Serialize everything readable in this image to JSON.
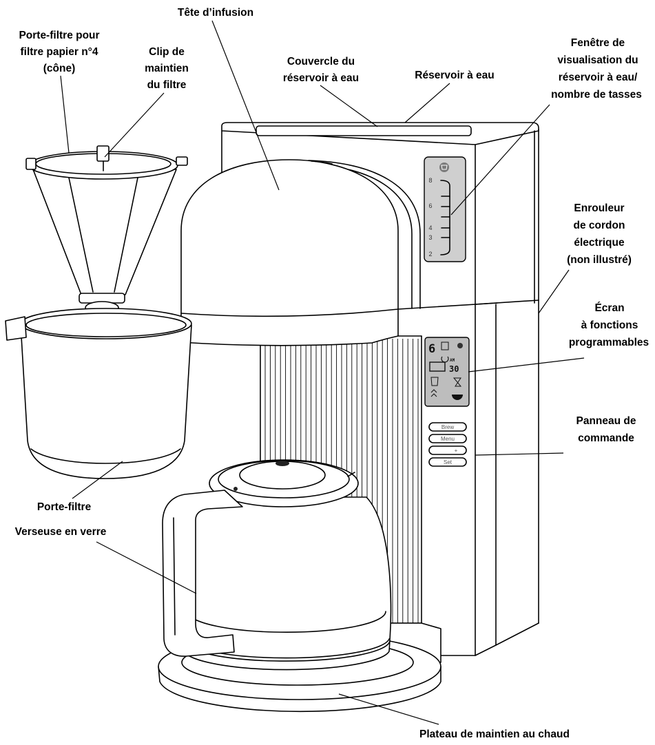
{
  "labels": {
    "tete_infusion": [
      "Tête d’infusion"
    ],
    "porte_filtre_papier": [
      "Porte-filtre pour",
      "filtre papier n°4",
      "(cône)"
    ],
    "clip_filtre": [
      "Clip de",
      "maintien",
      "du filtre"
    ],
    "couvercle_reservoir": [
      "Couvercle du",
      "réservoir à eau"
    ],
    "reservoir": [
      "Réservoir à eau"
    ],
    "fenetre_visualisation": [
      "Fenêtre de",
      "visualisation du",
      "réservoir à eau/",
      "nombre de tasses"
    ],
    "enrouleur_cordon": [
      "Enrouleur",
      "de cordon",
      "électrique",
      "(non illustré)"
    ],
    "ecran": [
      "Écran",
      "à fonctions",
      "programmables"
    ],
    "panneau_commande": [
      "Panneau de",
      "commande"
    ],
    "porte_filtre": [
      "Porte-filtre"
    ],
    "verseuse": [
      "Verseuse en verre"
    ],
    "plateau": [
      "Plateau de maintien au chaud"
    ]
  },
  "water_window": {
    "cup_marks": [
      "8",
      "6",
      "4",
      "3",
      "2"
    ]
  },
  "display": {
    "cups": "6",
    "minutes": "30",
    "meridiem": "AM"
  },
  "control_panel": {
    "buttons": [
      "Brew",
      "Menu",
      "+",
      "Set"
    ]
  },
  "colors": {
    "line": "#000000",
    "window_fill": "#cfcfcf",
    "display_fill": "#bdbdbd"
  }
}
